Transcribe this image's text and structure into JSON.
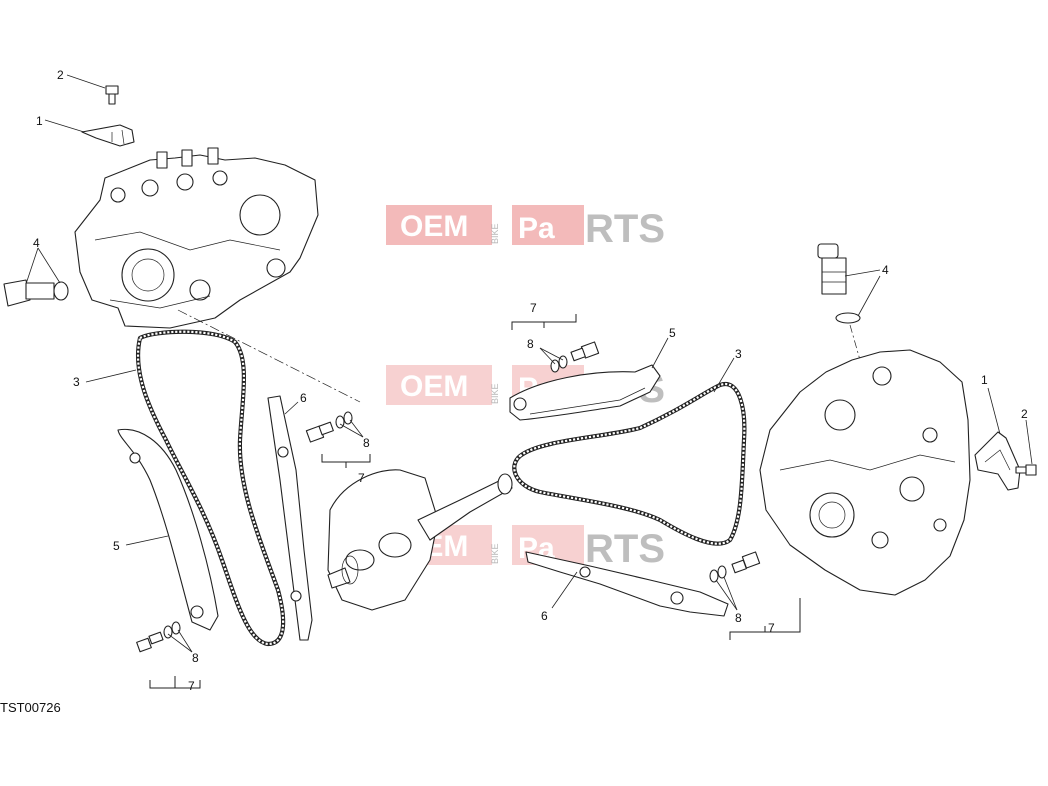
{
  "drawing_code": "TST00726",
  "watermark": {
    "oem": "OEM",
    "bike": "BIKE",
    "pa": "Pa",
    "rts": "RTS",
    "accent_color": "#e25b5b"
  },
  "callouts": {
    "left_head_screw": "2",
    "left_head_bracket": "1",
    "left_head_tensioner": "4",
    "left_chain": "3",
    "left_guide_moving": "5",
    "left_guide_fixed": "6",
    "left_guide_bolt_pack_upper": "7",
    "left_guide_washer_upper": "8",
    "left_guide_bolt_pack_lower": "7",
    "left_guide_washer_lower": "8",
    "center_bolt_pack": "7",
    "center_washer": "8",
    "center_guide_moving": "5",
    "right_chain": "3",
    "right_tensioner": "4",
    "right_bracket": "1",
    "right_screw": "2",
    "right_guide_fixed": "6",
    "right_washer": "8",
    "right_bolt_pack": "7"
  }
}
